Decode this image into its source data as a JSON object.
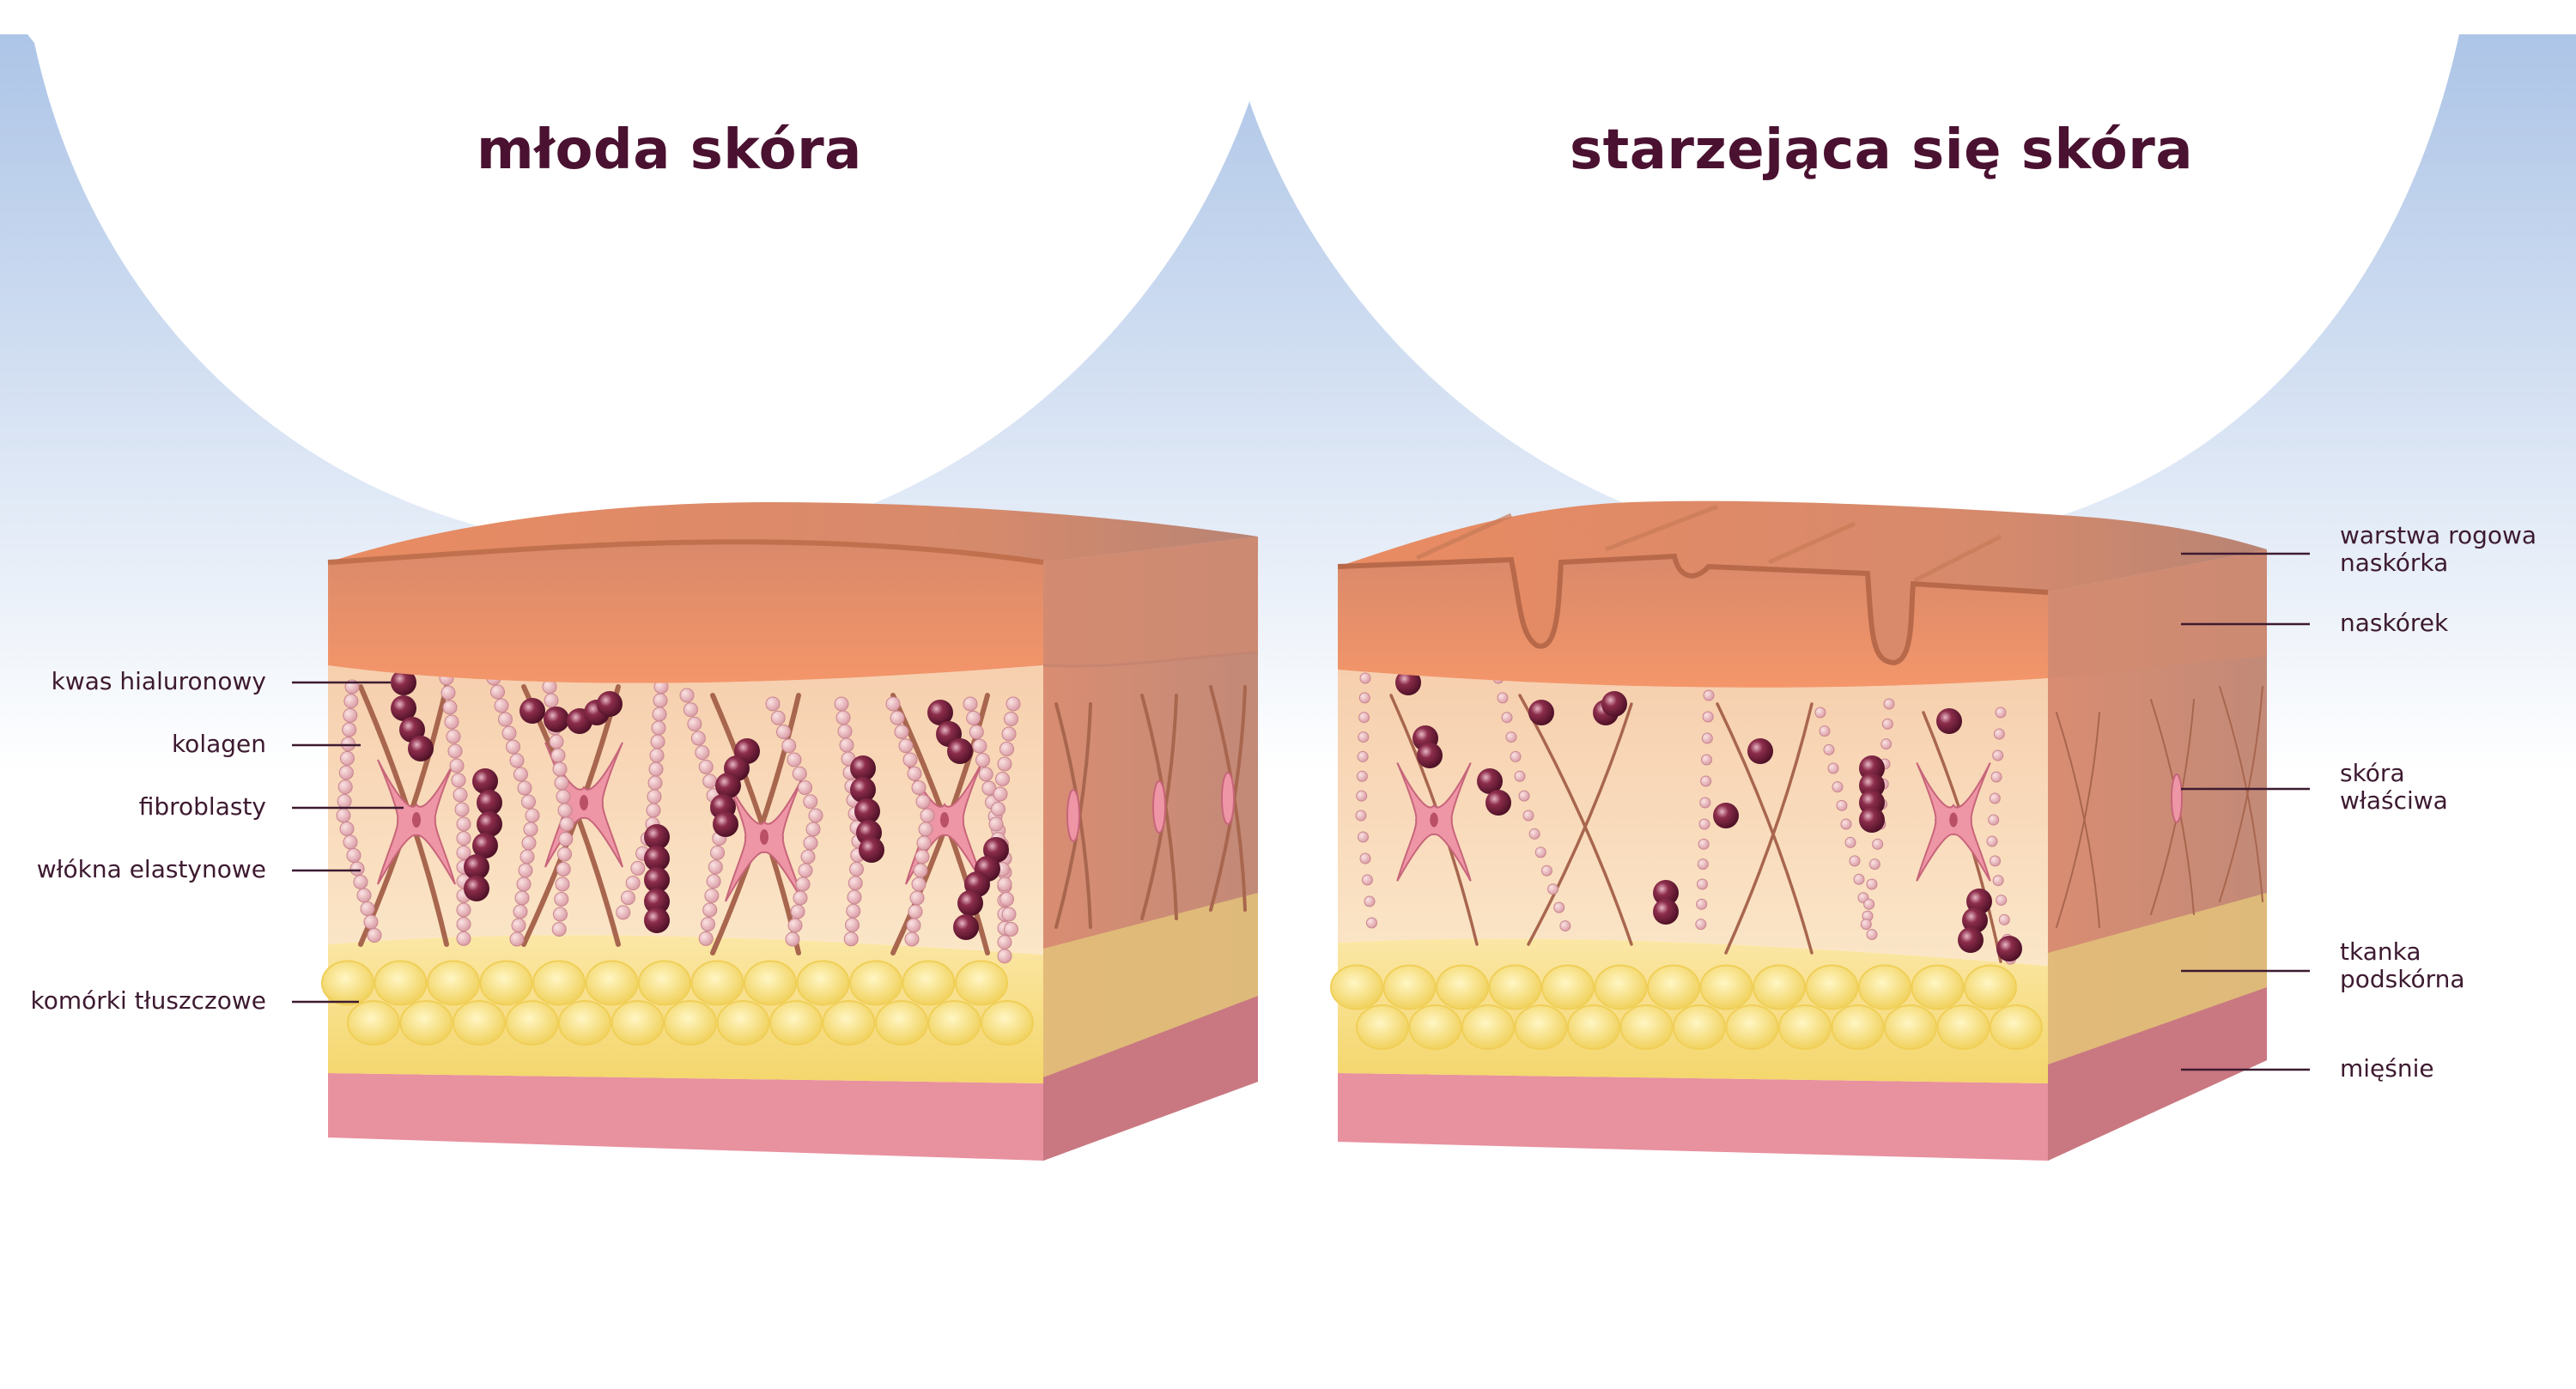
{
  "titles": {
    "young": "młoda skóra",
    "aging": "starzejąca się skóra"
  },
  "left_labels": [
    "kwas hialuronowy",
    "kolagen",
    "fibroblasty",
    "włókna elastynowe",
    "komórki tłuszczowe"
  ],
  "right_labels": [
    "warstwa rogowa naskórka",
    "naskórek",
    "skóra właściwa",
    "tkanka podskórna",
    "mięśnie"
  ],
  "colors": {
    "title": "#4a1130",
    "background_gradient_top": "#a9c2e6",
    "epidermis": "#f0956b",
    "dermis": "#f8d3b0",
    "fat": "#f6da6a",
    "muscle": "#e8909f",
    "hyaluronic_acid": "#7a1f3a",
    "elastin": "#e9a9b0",
    "fibroblast": "#ee96a6"
  }
}
